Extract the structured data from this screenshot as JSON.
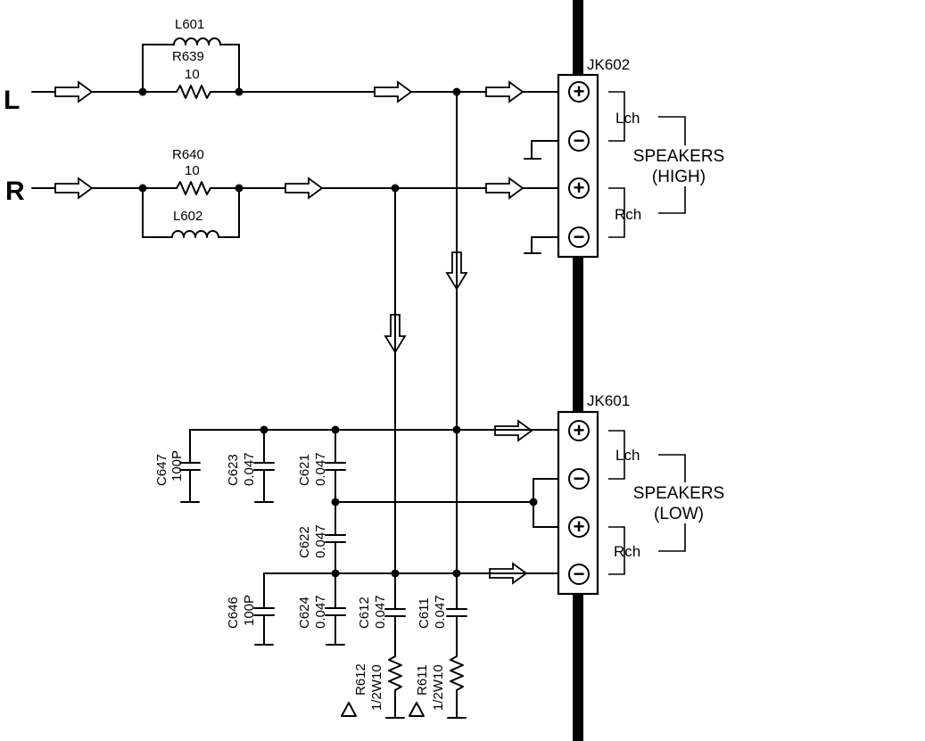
{
  "inputs": {
    "left": "L",
    "right": "R"
  },
  "components": {
    "L601": "L601",
    "R639": "R639",
    "R639_value": "10",
    "R640": "R640",
    "R640_value": "10",
    "L602": "L602",
    "C647": "C647",
    "C647_value": "100P",
    "C623": "C623",
    "C623_value": "0.047",
    "C621": "C621",
    "C621_value": "0.047",
    "C622": "C622",
    "C622_value": "0.047",
    "C646": "C646",
    "C646_value": "100P",
    "C624": "C624",
    "C624_value": "0.047",
    "C612": "C612",
    "C612_value": "0.047",
    "C611": "C611",
    "C611_value": "0.047",
    "R612": "R612",
    "R612_value": "1/2W10",
    "R611": "R611",
    "R611_value": "1/2W10"
  },
  "jacks": {
    "high": {
      "id": "JK602",
      "lch": "Lch",
      "rch": "Rch",
      "title_line1": "SPEAKERS",
      "title_line2": "(HIGH)"
    },
    "low": {
      "id": "JK601",
      "lch": "Lch",
      "rch": "Rch",
      "title_line1": "SPEAKERS",
      "title_line2": "(LOW)"
    }
  },
  "pin_symbols": {
    "plus": "+",
    "minus": "−"
  }
}
